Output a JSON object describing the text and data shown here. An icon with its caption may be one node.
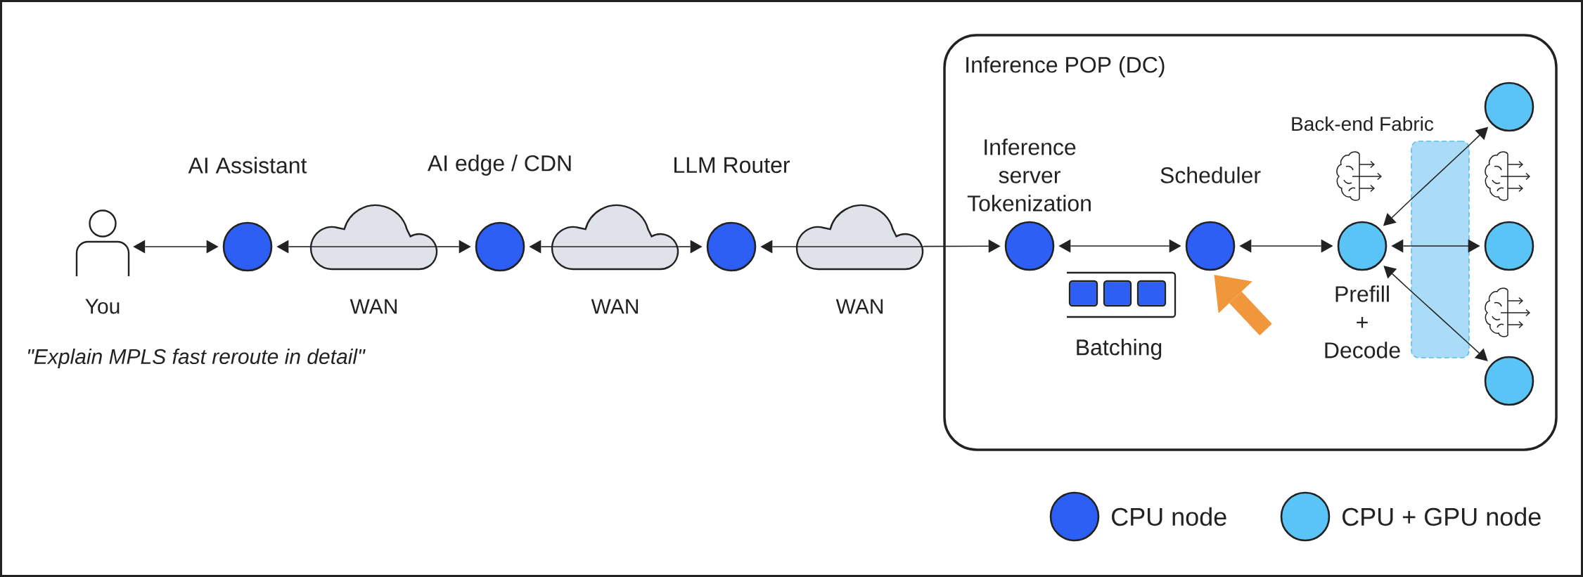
{
  "diagram": {
    "nodes": [
      {
        "text": [
          "You"
        ]
      },
      {
        "text": [
          "AI Assistant"
        ]
      },
      {
        "text": [
          "WAN"
        ]
      },
      {
        "text": [
          "AI edge / CDN"
        ]
      },
      {
        "text": [
          "WAN"
        ]
      },
      {
        "text": [
          "LLM Router"
        ]
      },
      {
        "text": [
          "WAN"
        ]
      },
      {
        "text": [
          "Inference POP (DC)"
        ]
      },
      {
        "text": [
          "Inference server Tokenization"
        ],
        "in": 7
      },
      {
        "text": [
          "Scheduler"
        ],
        "in": 7
      },
      {
        "text": [
          "Batching"
        ],
        "in": 7
      },
      {
        "text": [
          "Back-end Fabric"
        ],
        "in": 7
      },
      {
        "text": [],
        "shape": "circle",
        "in": 7
      },
      {
        "text": [
          "Prefill + Decode"
        ],
        "in": 7
      },
      {
        "text": [],
        "shape": "circle",
        "in": 7
      },
      {
        "text": [],
        "shape": "circle",
        "in": 7
      }
    ],
    "edges": [
      {
        "from": 0,
        "to": 1,
        "arrow": "both"
      },
      {
        "from": 2,
        "to": 1,
        "arrow": "to"
      },
      {
        "from": 2,
        "to": 3,
        "arrow": "to"
      },
      {
        "from": 4,
        "to": 3,
        "arrow": "to"
      },
      {
        "from": 4,
        "to": 5,
        "arrow": "to"
      },
      {
        "from": 6,
        "to": 5,
        "arrow": "to"
      },
      {
        "from": 6,
        "to": 8,
        "arrow": "to"
      },
      {
        "from": 8,
        "to": 9,
        "arrow": "both"
      },
      {
        "from": 9,
        "to": 13,
        "arrow": "both"
      },
      {
        "from": 11,
        "to": 13,
        "arrow": "to"
      },
      {
        "from": 11,
        "to": 12,
        "arrow": "to"
      },
      {
        "from": 11,
        "to": 13,
        "arrow": "to"
      },
      {
        "from": 11,
        "to": 14,
        "arrow": "to"
      },
      {
        "from": 11,
        "to": 13,
        "arrow": "to"
      },
      {
        "from": 11,
        "to": 15,
        "arrow": "to"
      },
      {
        "from": null,
        "to": 9,
        "arrow": "to",
        "style": "thick",
        "color": "#f0973b"
      }
    ],
    "labels": [
      "\"Explain MPLS fast reroute in detail\""
    ],
    "legend": [
      {
        "text": "CPU node",
        "color": "#2d5ff5"
      },
      {
        "text": "CPU + GPU node",
        "color": "#5bc4f7"
      }
    ]
  }
}
